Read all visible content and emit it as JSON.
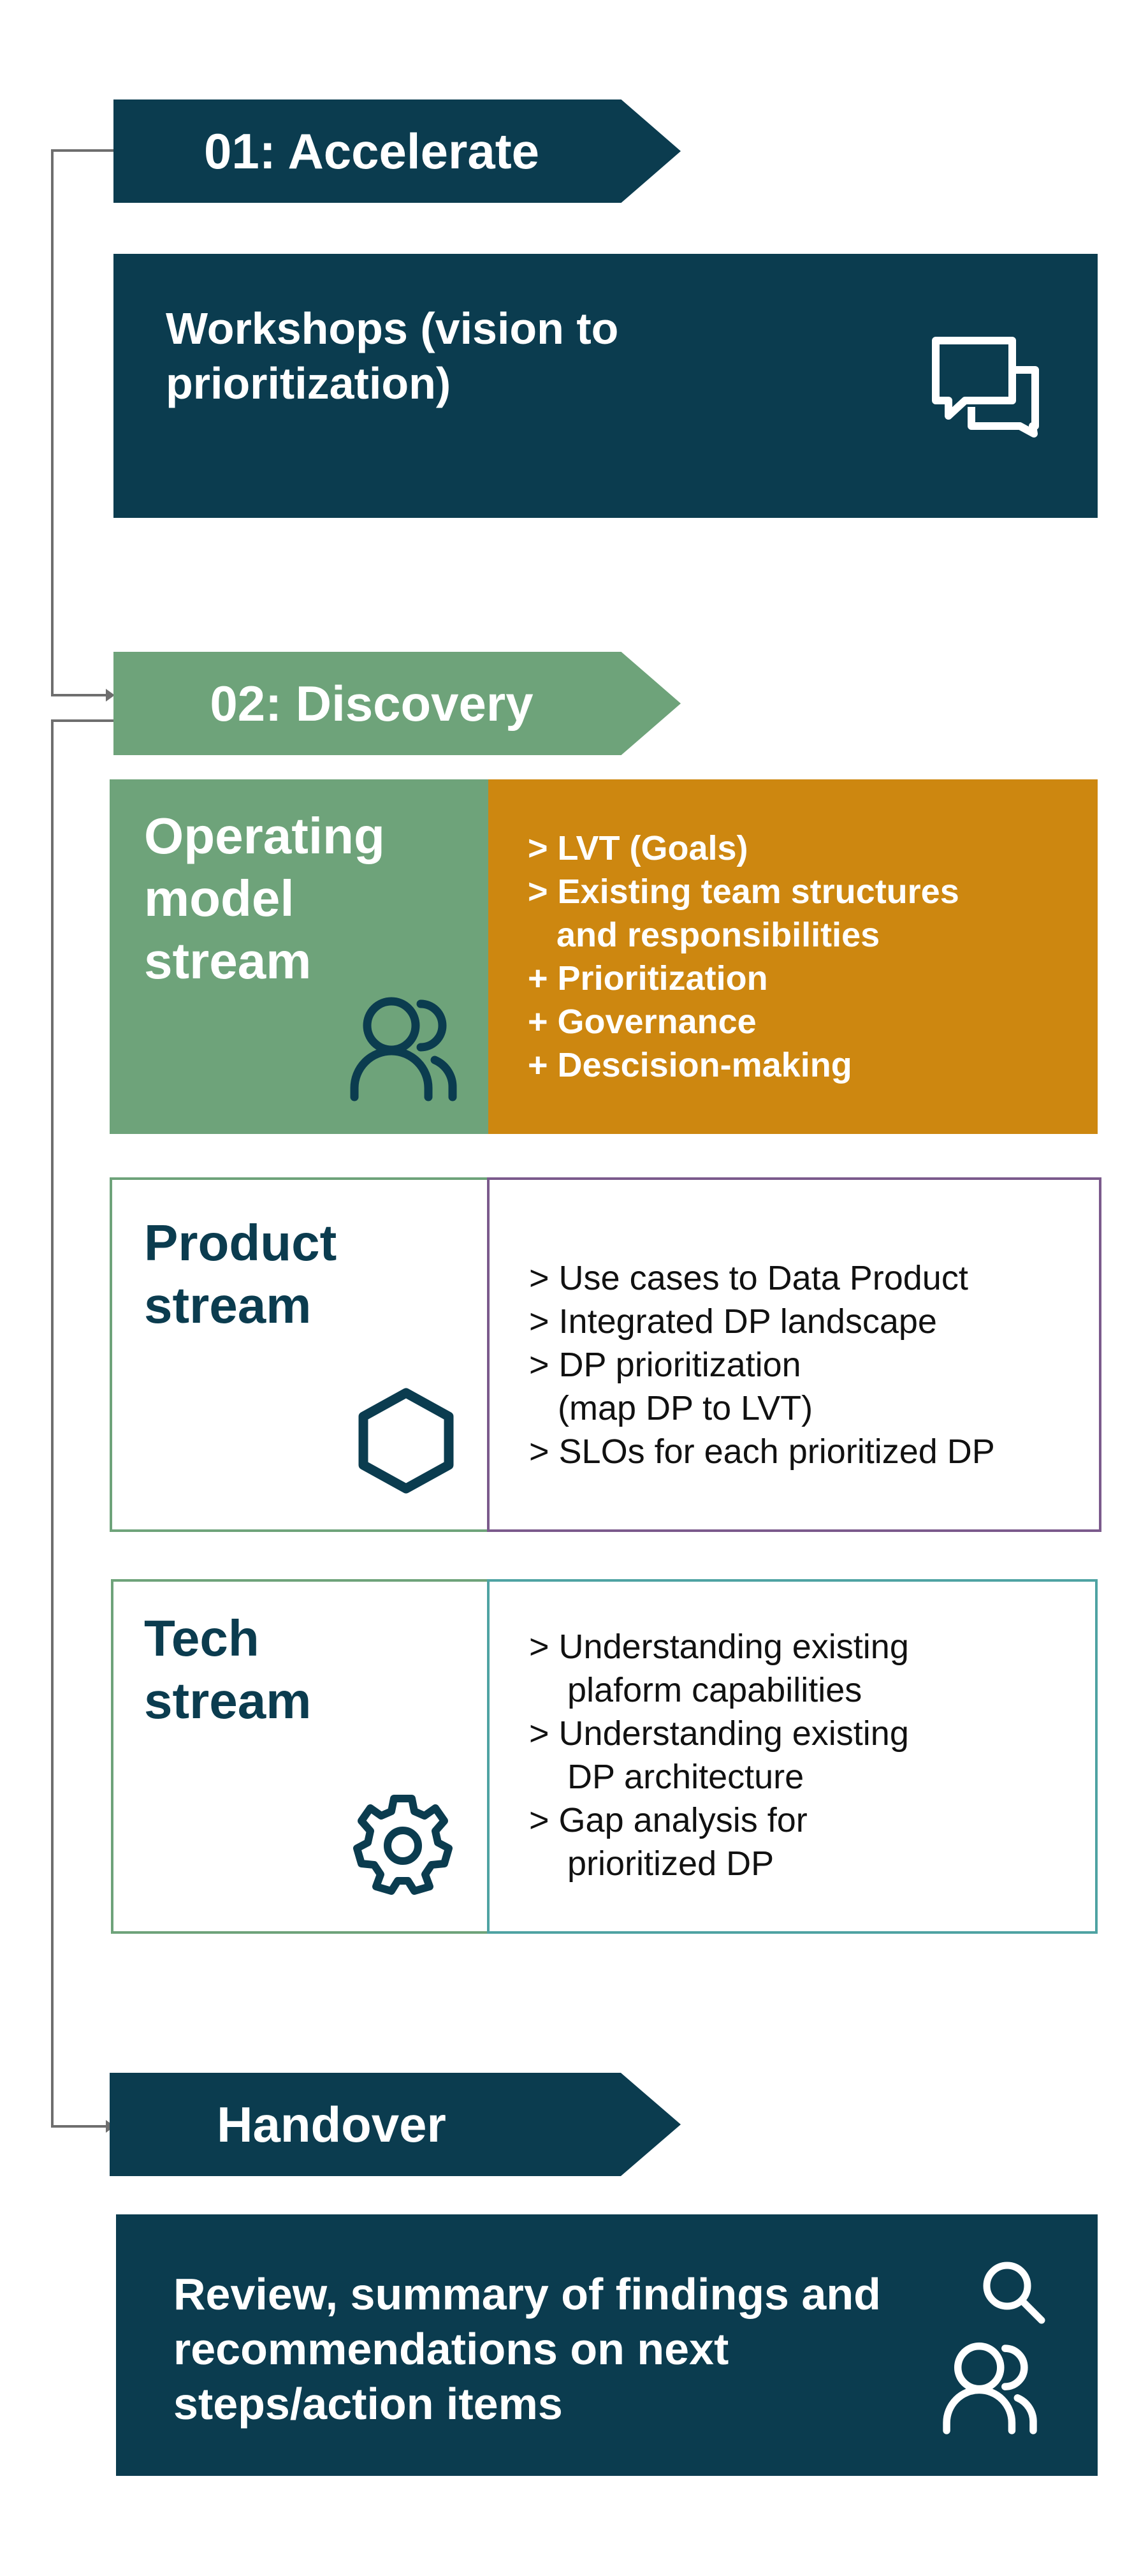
{
  "phases": {
    "accelerate": {
      "label": "01: Accelerate",
      "card_text": "Workshops (vision to prioritization)",
      "icon": "chat-bubbles-icon"
    },
    "discovery": {
      "label": "02: Discovery",
      "streams": {
        "operating_model": {
          "title": "Operating model stream",
          "icon": "people-icon",
          "items": [
            "> LVT (Goals)",
            "> Existing team structures",
            "   and responsibilities",
            "+ Prioritization",
            "+ Governance",
            "+ Descision-making"
          ]
        },
        "product": {
          "title": "Product stream",
          "icon": "hexagon-icon",
          "items": [
            "> Use cases to Data Product",
            "> Integrated DP landscape",
            "> DP prioritization",
            "   (map DP to LVT)",
            "> SLOs for each prioritized DP"
          ]
        },
        "tech": {
          "title": "Tech stream",
          "icon": "gear-icon",
          "items": [
            "> Understanding existing",
            "    plaform capabilities",
            "> Understanding existing",
            "    DP architecture",
            "> Gap analysis for",
            "    prioritized DP"
          ]
        }
      }
    },
    "handover": {
      "label": "Handover",
      "card_text": "Review, summary of findings and recommendations on next steps/action items",
      "icons": [
        "magnifier-icon",
        "people-icon"
      ]
    }
  },
  "colors": {
    "dark_teal": "#0b3c4f",
    "green": "#6ea37a",
    "orange": "#cd8710",
    "purple_border": "#7b5a8c",
    "teal_border": "#4fa3a3",
    "connector": "#6e6e6e"
  }
}
